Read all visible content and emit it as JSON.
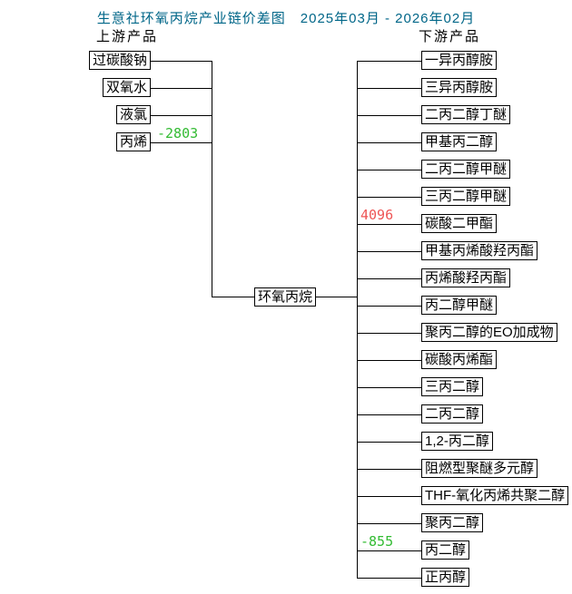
{
  "title": {
    "text": "生意社环氧丙烷产业链价差图　2025年03月 - 2026年02月",
    "color": "#006688"
  },
  "upstream": {
    "label": "上游产品",
    "items": [
      {
        "name": "过碳酸钠"
      },
      {
        "name": "双氧水"
      },
      {
        "name": "液氯"
      },
      {
        "name": "丙烯",
        "value": "-2803",
        "value_color": "#33bb33"
      }
    ]
  },
  "center": {
    "name": "环氧丙烷"
  },
  "downstream": {
    "label": "下游产品",
    "items": [
      {
        "name": "一异丙醇胺"
      },
      {
        "name": "三异丙醇胺"
      },
      {
        "name": "二丙二醇丁醚"
      },
      {
        "name": "甲基丙二醇"
      },
      {
        "name": "二丙二醇甲醚"
      },
      {
        "name": "三丙二醇甲醚"
      },
      {
        "name": "碳酸二甲酯",
        "value": "4096",
        "value_color": "#ee5555"
      },
      {
        "name": "甲基丙烯酸羟丙酯"
      },
      {
        "name": "丙烯酸羟丙酯"
      },
      {
        "name": "丙二醇甲醚"
      },
      {
        "name": "聚丙二醇的EO加成物"
      },
      {
        "name": "碳酸丙烯酯"
      },
      {
        "name": "三丙二醇"
      },
      {
        "name": "二丙二醇"
      },
      {
        "name": "1,2-丙二醇"
      },
      {
        "name": "阻燃型聚醚多元醇"
      },
      {
        "name": "THF-氧化丙烯共聚二醇"
      },
      {
        "name": "聚丙二醇"
      },
      {
        "name": "丙二醇",
        "value": "-855",
        "value_color": "#33bb33"
      },
      {
        "name": "正丙醇"
      }
    ]
  },
  "colors": {
    "line": "#000000",
    "background": "#ffffff",
    "title": "#006688",
    "positive_value": "#ee5555",
    "negative_value": "#33bb33"
  }
}
